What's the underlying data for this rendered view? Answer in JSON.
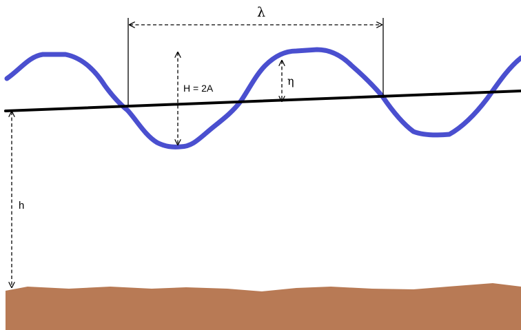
{
  "labels": {
    "wavelength": "λ",
    "wave_height": "H = 2A",
    "surface_elevation": "η",
    "water_depth": "h"
  },
  "colors": {
    "wave": "#4a4fcf",
    "still_water_line": "#000000",
    "seabed": "#b87a55",
    "dimension_lines": "#000000",
    "background": "#ffffff"
  }
}
